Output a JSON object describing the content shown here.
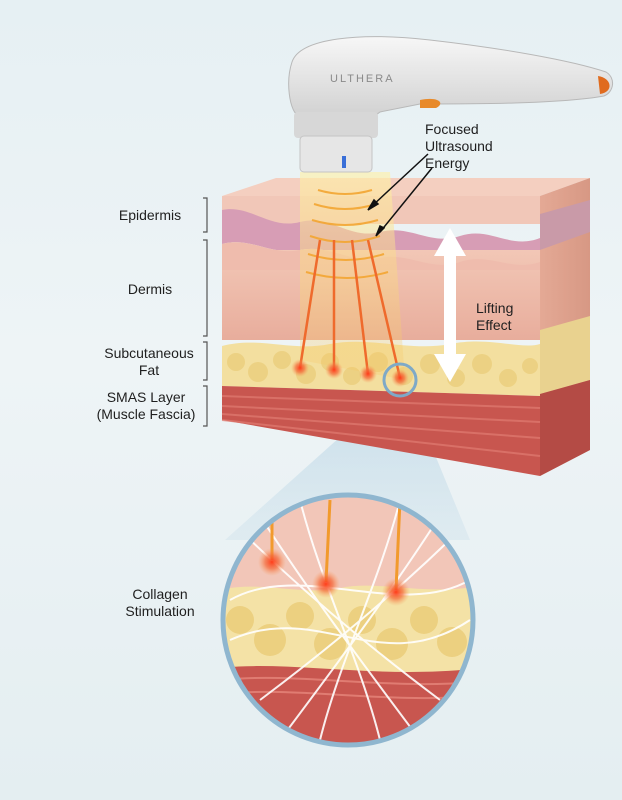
{
  "device": {
    "brand": "ULTHERA"
  },
  "layers": [
    {
      "key": "epidermis",
      "label": "Epidermis"
    },
    {
      "key": "dermis",
      "label": "Dermis"
    },
    {
      "key": "fat",
      "label": "Subcutaneous\nFat"
    },
    {
      "key": "smas",
      "label": "SMAS Layer\n(Muscle Fascia)"
    }
  ],
  "callouts": {
    "energy": "Focused\nUltrasound\nEnergy",
    "lifting": "Lifting\nEffect",
    "collagen": "Collagen\nStimulation"
  },
  "colors": {
    "epidermis": "#e9b8c6",
    "dermis": "#f1c4b6",
    "fat": "#f3df9f",
    "muscle": "#c8564f",
    "beam": "#f2a531",
    "focal": "#ef5a2c",
    "zoom_ring": "#8fb6cf",
    "arrow": "#ffffff"
  },
  "icons": {
    "device": "ultrasound-handpiece-icon",
    "lift_arrow": "double-arrow-icon"
  }
}
